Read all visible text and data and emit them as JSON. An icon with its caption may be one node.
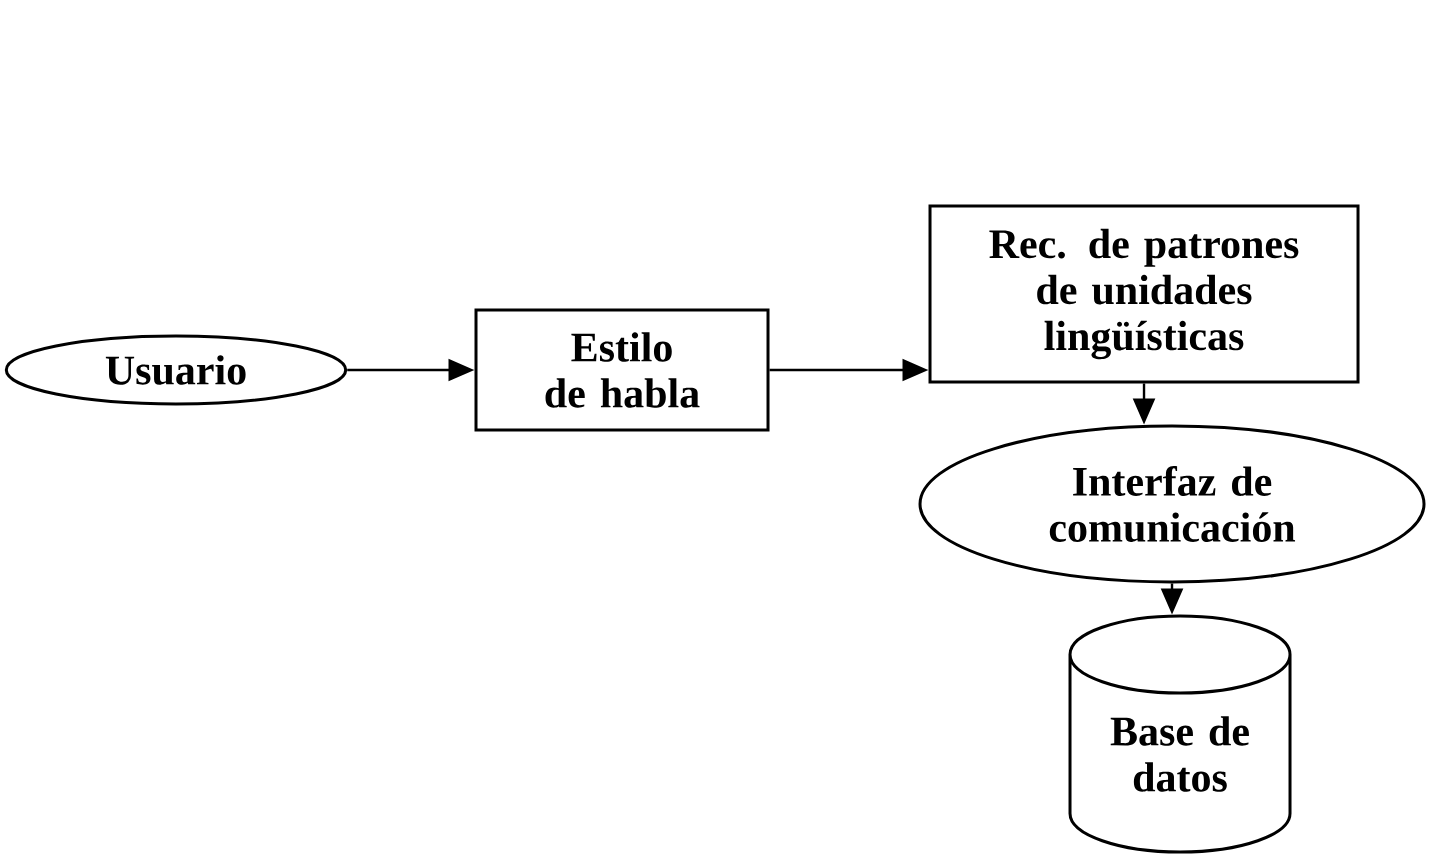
{
  "diagram": {
    "nodes": [
      {
        "text": [
          "Usuario"
        ]
      },
      {
        "text": [
          "Estilo de habla"
        ]
      },
      {
        "text": [
          "Rec. de patrones de unidades lingüísticas"
        ]
      },
      {
        "text": [
          "Interfaz de comunicación"
        ]
      },
      {
        "text": [
          "Base de datos"
        ]
      }
    ],
    "edges": [
      {
        "from": 0,
        "to": 1,
        "arrow": "to"
      },
      {
        "from": 1,
        "to": 2,
        "arrow": "to"
      },
      {
        "from": 2,
        "to": 3,
        "arrow": "to"
      },
      {
        "from": 3,
        "to": 4,
        "arrow": "to"
      }
    ]
  }
}
